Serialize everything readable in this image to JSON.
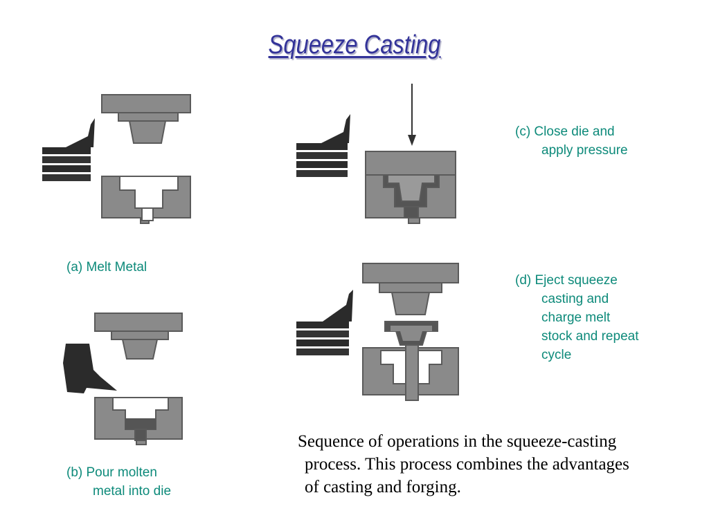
{
  "slide": {
    "title": "Squeeze Casting",
    "steps": {
      "a": {
        "lines": [
          "(a) Melt Metal"
        ]
      },
      "b": {
        "lines": [
          "(b) Pour molten",
          "metal into die"
        ]
      },
      "c": {
        "lines": [
          "(c) Close die and",
          "apply pressure"
        ]
      },
      "d": {
        "lines": [
          "(d) Eject squeeze",
          "casting and",
          "charge melt",
          "stock and repeat",
          "cycle"
        ]
      }
    },
    "caption": [
      "Sequence of operations in the squeeze-casting",
      "process. This process combines the advantages",
      "of casting and forging."
    ]
  },
  "colors": {
    "title": "#333399",
    "label": "#0d8a7a",
    "die": "#8a8a8a",
    "die_edge": "#5a5a5a",
    "furnace": "#2b2b2b"
  }
}
